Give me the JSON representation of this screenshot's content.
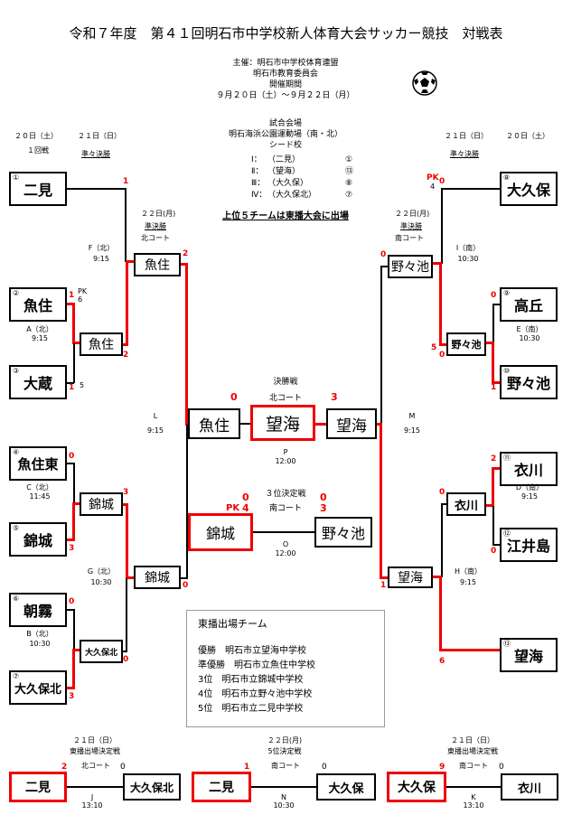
{
  "title": "令和７年度　第４１回明石市中学校新人体育大会サッカー競技　対戦表",
  "header": {
    "organizer_label": "主催：明石市中学校体育連盟",
    "organizer2": "明石市教育委員会",
    "period_label": "開催期間",
    "period": "９月２０日（土）～９月２２日（月）"
  },
  "venue": {
    "label": "試合会場",
    "place": "明石海浜公園運動場（南・北）",
    "seed_label": "シード校",
    "seeds": [
      {
        "num": "Ⅰ：",
        "name": "（二見）",
        "mark": "①"
      },
      {
        "num": "Ⅱ：",
        "name": "（望海）",
        "mark": "⑬"
      },
      {
        "num": "Ⅲ：",
        "name": "（大久保）",
        "mark": "⑧"
      },
      {
        "num": "Ⅳ：",
        "name": "（大久保北）",
        "mark": "⑦"
      }
    ],
    "note": "上位５チームは東播大会に出場"
  },
  "round_labels": {
    "d20": "２０日（土）",
    "d21": "２１日（日）",
    "d22": "２２日(月)",
    "r1": "１回戦",
    "qf": "準々決勝",
    "sf": "準決勝",
    "sf_left_court": "北コート",
    "sf_right_court": "南コート"
  },
  "teams_left": [
    {
      "no": "①",
      "name": "二見"
    },
    {
      "no": "②",
      "name": "魚住"
    },
    {
      "no": "③",
      "name": "大蔵"
    },
    {
      "no": "④",
      "name": "魚住東"
    },
    {
      "no": "⑤",
      "name": "錦城"
    },
    {
      "no": "⑥",
      "name": "朝霧"
    },
    {
      "no": "⑦",
      "name": "大久保北"
    }
  ],
  "teams_right": [
    {
      "no": "⑧",
      "name": "大久保"
    },
    {
      "no": "⑨",
      "name": "高丘"
    },
    {
      "no": "⑩",
      "name": "野々池"
    },
    {
      "no": "⑪",
      "name": "衣川"
    },
    {
      "no": "⑫",
      "name": "江井島"
    },
    {
      "no": "⑬",
      "name": "望海"
    }
  ],
  "matches": {
    "A": {
      "code": "A（北）",
      "time": "9:15"
    },
    "B": {
      "code": "B（北）",
      "time": "10:30"
    },
    "C": {
      "code": "C（北）",
      "time": "11:45"
    },
    "D": {
      "code": "D（南）",
      "time": "9:15"
    },
    "E": {
      "code": "E（南）",
      "time": "10:30"
    },
    "F": {
      "code": "F（北）",
      "time": "9:15"
    },
    "G": {
      "code": "G（北）",
      "time": "10:30"
    },
    "H": {
      "code": "H（南）",
      "time": "9:15"
    },
    "I": {
      "code": "I（南）",
      "time": "10:30"
    },
    "L": {
      "code": "L",
      "time": "9:15"
    },
    "M": {
      "code": "M",
      "time": "9:15"
    },
    "P": {
      "code": "P",
      "time": "12:00"
    },
    "O": {
      "code": "O",
      "time": "12:00"
    },
    "J": {
      "code": "J",
      "time": "13:10"
    },
    "N": {
      "code": "N",
      "time": "10:30"
    },
    "K": {
      "code": "K",
      "time": "13:10"
    }
  },
  "winners": {
    "qf_left_top": "魚住",
    "qf_left_bot": "錦城",
    "qf_left_bot2": "大久保北",
    "sf_left_top": "魚住",
    "sf_left_bot": "錦城",
    "qf_right_top": "野々池",
    "qf_right_bot": "衣川",
    "sf_right_top": "野々池",
    "sf_right_bot": "望海"
  },
  "final": {
    "label": "決勝戦",
    "court": "北コート",
    "left": "魚住",
    "champion": "望海",
    "right": "望海",
    "score_left": "0",
    "score_right": "3"
  },
  "third": {
    "label": "３位決定戦",
    "court": "南コート",
    "left": "錦城",
    "right": "野々池",
    "pk": "PK",
    "pk_left": "4",
    "pk_right": "3",
    "score_left": "0",
    "score_right": "0"
  },
  "scores": {
    "a_top": "1",
    "a_bot": "1",
    "a_pk": "PK",
    "a_pk_top": "6",
    "a_pk_bot": "5",
    "c_top": "0",
    "c_bot": "3",
    "b_top": "0",
    "b_bot": "3",
    "f_top": "1",
    "f_bot": "2",
    "g_top": "3",
    "g_bot": "0",
    "l_top": "2",
    "l_bot": "0",
    "e_top": "0",
    "e_bot": "1",
    "d_top": "2",
    "d_bot": "0",
    "i_pk": "PK",
    "i_top": "0",
    "i_top_pk": "4",
    "i_bot": "5",
    "i_bot2": "0",
    "h_top": "0",
    "h_bot": "6",
    "m_top": "0",
    "m_bot": "1"
  },
  "legend": {
    "title": "東播出場チーム",
    "lines": [
      "優勝　明石市立望海中学校",
      "準優勝　明石市立魚住中学校",
      "3位　明石市立錦城中学校",
      "4位　明石市立野々池中学校",
      "5位　明石市立二見中学校"
    ]
  },
  "bottom": {
    "left": {
      "day": "２１日（日）",
      "label": "東播出場決定戦",
      "court": "北コート",
      "team1": "二見",
      "team2": "大久保北",
      "s1": "2",
      "s2": "0",
      "code": "J",
      "time": "13:10"
    },
    "mid": {
      "day": "２２日(月)",
      "label": "5位決定戦",
      "court": "南コート",
      "team1": "二見",
      "team2": "大久保",
      "s1": "1",
      "s2": "0",
      "code": "N",
      "time": "10:30"
    },
    "right": {
      "day": "２１日（日）",
      "label": "東播出場決定戦",
      "court": "南コート",
      "team1": "大久保",
      "team2": "衣川",
      "s1": "9",
      "s2": "0",
      "code": "K",
      "time": "13:10"
    }
  },
  "colors": {
    "win_line": "#e00000",
    "line": "#000000"
  },
  "icons": [
    "soccer-ball-icon"
  ]
}
